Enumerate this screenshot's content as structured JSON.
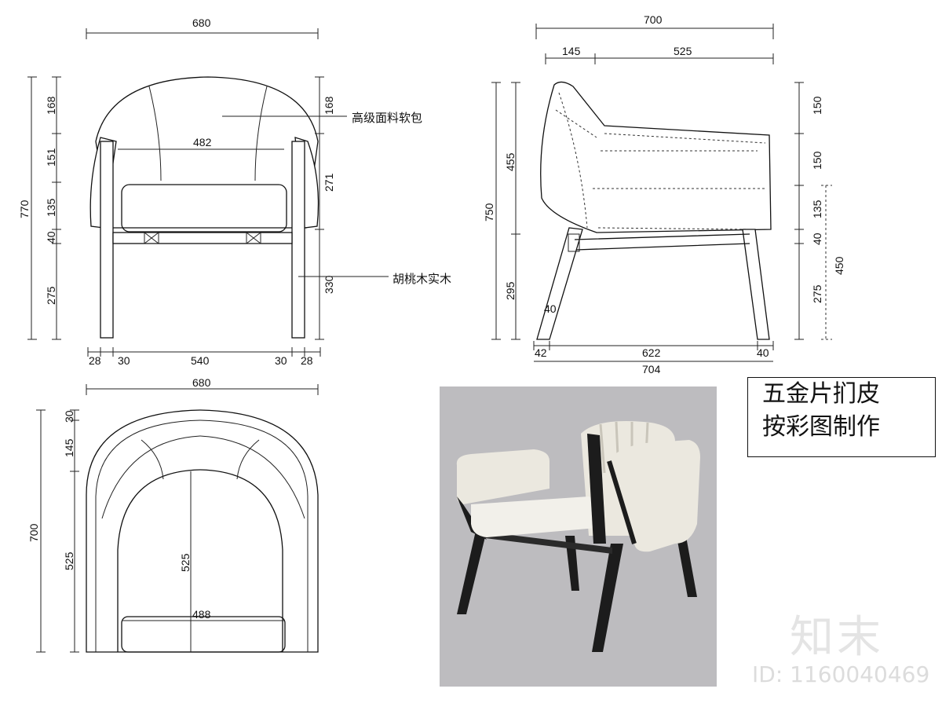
{
  "front_view": {
    "width_total": "680",
    "inner_width": "482",
    "height_total": "770",
    "left_dims": [
      "168",
      "151",
      "135",
      "40",
      "275"
    ],
    "right_dims": [
      "168",
      "271",
      "330"
    ],
    "bottom_dims": [
      "28",
      "30",
      "540",
      "30",
      "28"
    ],
    "label_fabric": "高级面料软包",
    "label_wood": "胡桃木实木"
  },
  "side_view": {
    "width_total": "700",
    "top_dims": [
      "145",
      "525"
    ],
    "height_total": "750",
    "left_dims": [
      "455",
      "295"
    ],
    "leg_dim": "40",
    "right_dims": [
      "150",
      "150",
      "135",
      "40",
      "275"
    ],
    "right_overall": "450",
    "bottom_dims": [
      "42",
      "622",
      "40"
    ],
    "depth_total": "704"
  },
  "top_view": {
    "width_total": "680",
    "height_total": "700",
    "left_dims": [
      "30",
      "145",
      "525"
    ],
    "inner_height": "525",
    "inner_width": "488"
  },
  "note": {
    "line1": "五金片扪皮",
    "line2": "按彩图制作"
  },
  "watermark": {
    "logo": "知末",
    "id": "ID: 1160040469"
  },
  "colors": {
    "line": "#111111",
    "photo_bg": "#bdbcbf",
    "frame": "#1c1c1c",
    "cushion": "#ebe8df"
  }
}
